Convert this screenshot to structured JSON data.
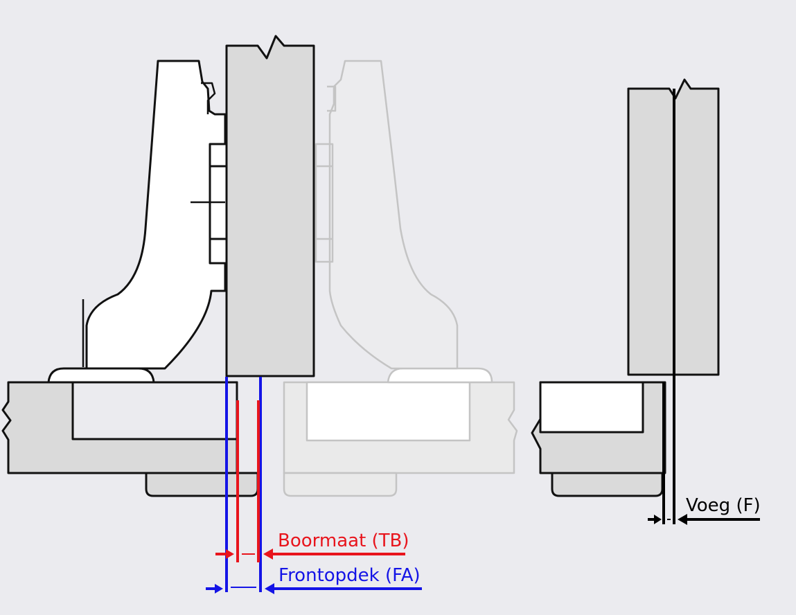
{
  "labels": {
    "voeg": "Voeg (F)",
    "boormaat": "Boormaat (TB)",
    "frontopdek": "Frontopdek (FA)"
  },
  "colors": {
    "background": "#ebebef",
    "panel_fill": "#dadada",
    "line": "#111111",
    "ghost_line": "#c4c4c4",
    "boormaat": "#e8141c",
    "frontopdek": "#1414e6",
    "voeg": "#000000"
  }
}
